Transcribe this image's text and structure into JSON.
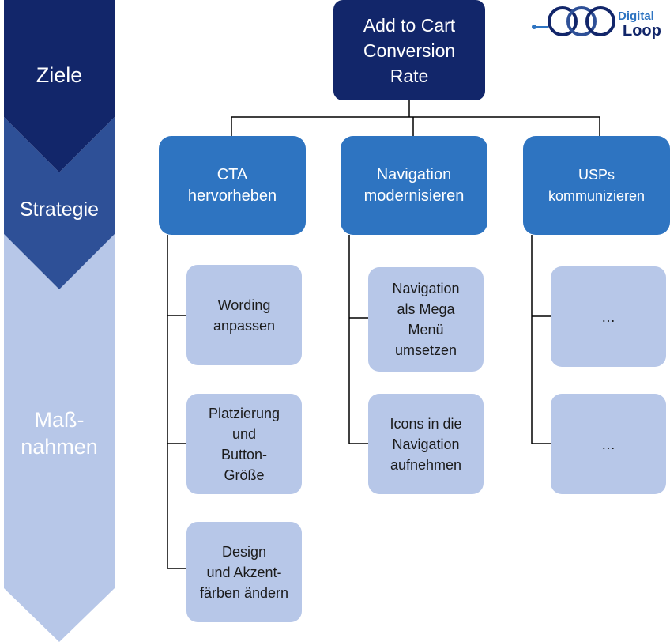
{
  "levels": {
    "goals": "Ziele",
    "strategy": "Strategie",
    "measures": "Maß-\nnahmen"
  },
  "goal": "Add to Cart\nConversion\nRate",
  "strategies": [
    {
      "label": "CTA\nhervorheben",
      "measures": [
        "Wording\nanpassen",
        "Platzierung\nund\nButton-\nGröße",
        "Design\nund Akzent-\nfärben ändern"
      ]
    },
    {
      "label": "Navigation\nmodernisieren",
      "measures": [
        "Navigation\nals Mega\nMenü\numsetzen",
        "Icons in die\nNavigation\naufnehmen"
      ]
    },
    {
      "label": "USPs\nkommunizieren",
      "measures": [
        "…",
        "…"
      ]
    }
  ],
  "logo": {
    "text_top": "Digital",
    "text_bottom": "Loop"
  },
  "colors": {
    "goal_dark": "#12266a",
    "strategy_blue": "#2e74c1",
    "strategy_chevron": "#2e5097",
    "measure_light": "#b7c7e8",
    "line": "#000000"
  }
}
